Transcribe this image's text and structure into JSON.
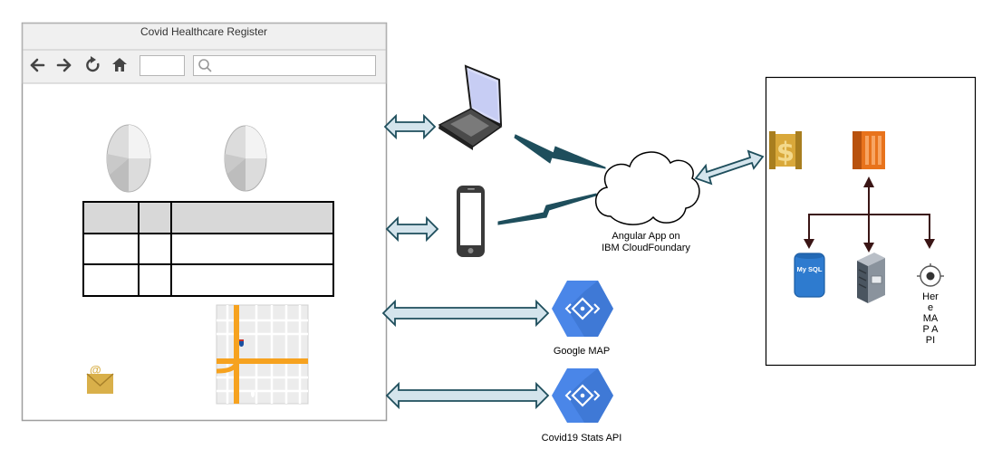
{
  "browser": {
    "title": "Covid Healthcare Register",
    "url_value": "",
    "search_value": ""
  },
  "nodes": {
    "cloud_line1": "Angular App on",
    "cloud_line2": "IBM CloudFoundary",
    "google_map": "Google MAP",
    "stats_api": "Covid19 Stats API",
    "sql_icon_text": "My SQL",
    "here_map": "Here MAP API"
  },
  "colors": {
    "arrow_fill": "#d4e4ec",
    "arrow_stroke": "#1e4e5c",
    "gcp_blue": "#4a86e8",
    "aws_gold": "#d9a83a",
    "aws_orange": "#e8731c",
    "tree_line": "#3a1515",
    "map_road": "#f6a21f"
  }
}
